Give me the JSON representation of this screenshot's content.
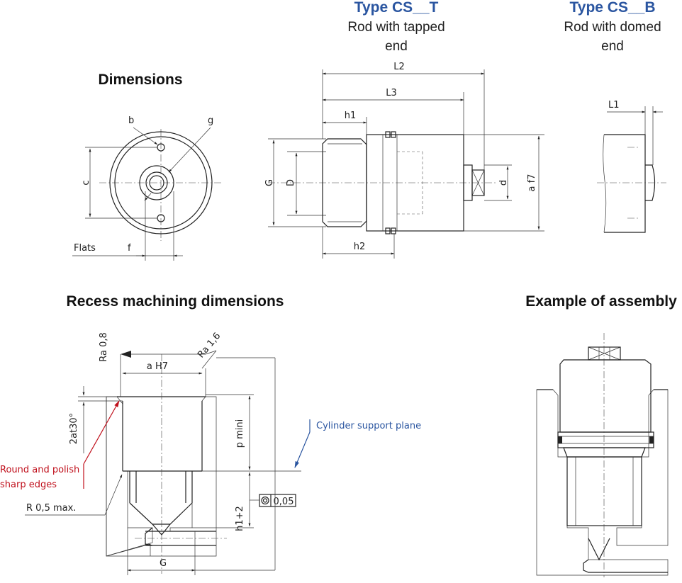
{
  "headings": {
    "dimensions": "Dimensions",
    "recess": "Recess machining dimensions",
    "assembly": "Example of assembly"
  },
  "type_t": {
    "title": "Type CS__T",
    "line1": "Rod with tapped",
    "line2": "end"
  },
  "type_b": {
    "title": "Type CS__B",
    "line1": "Rod with domed",
    "line2": "end"
  },
  "dim_labels": {
    "b": "b",
    "g": "g",
    "c": "c",
    "flats": "Flats",
    "f": "f",
    "L2": "L2",
    "L3": "L3",
    "h1": "h1",
    "h2": "h2",
    "G": "G",
    "D": "D",
    "d": "d",
    "af7": "a f7",
    "L1": "L1"
  },
  "recess_labels": {
    "ra08": "Ra 0,8",
    "ra16": "Ra 1,6",
    "aH7": "a H7",
    "chamfer": "2at30°",
    "pmini": "p mini",
    "h1plus2": "h1+2",
    "coaxial": "0,05",
    "G": "G",
    "radius": "R  0,5 max."
  },
  "notes": {
    "round_line1": "Round and polish",
    "round_line2": "sharp edges",
    "support_plane": "Cylinder support plane"
  },
  "colors": {
    "heading_blue": "#2a55a0",
    "note_red": "#c0101c",
    "line": "#222222"
  }
}
